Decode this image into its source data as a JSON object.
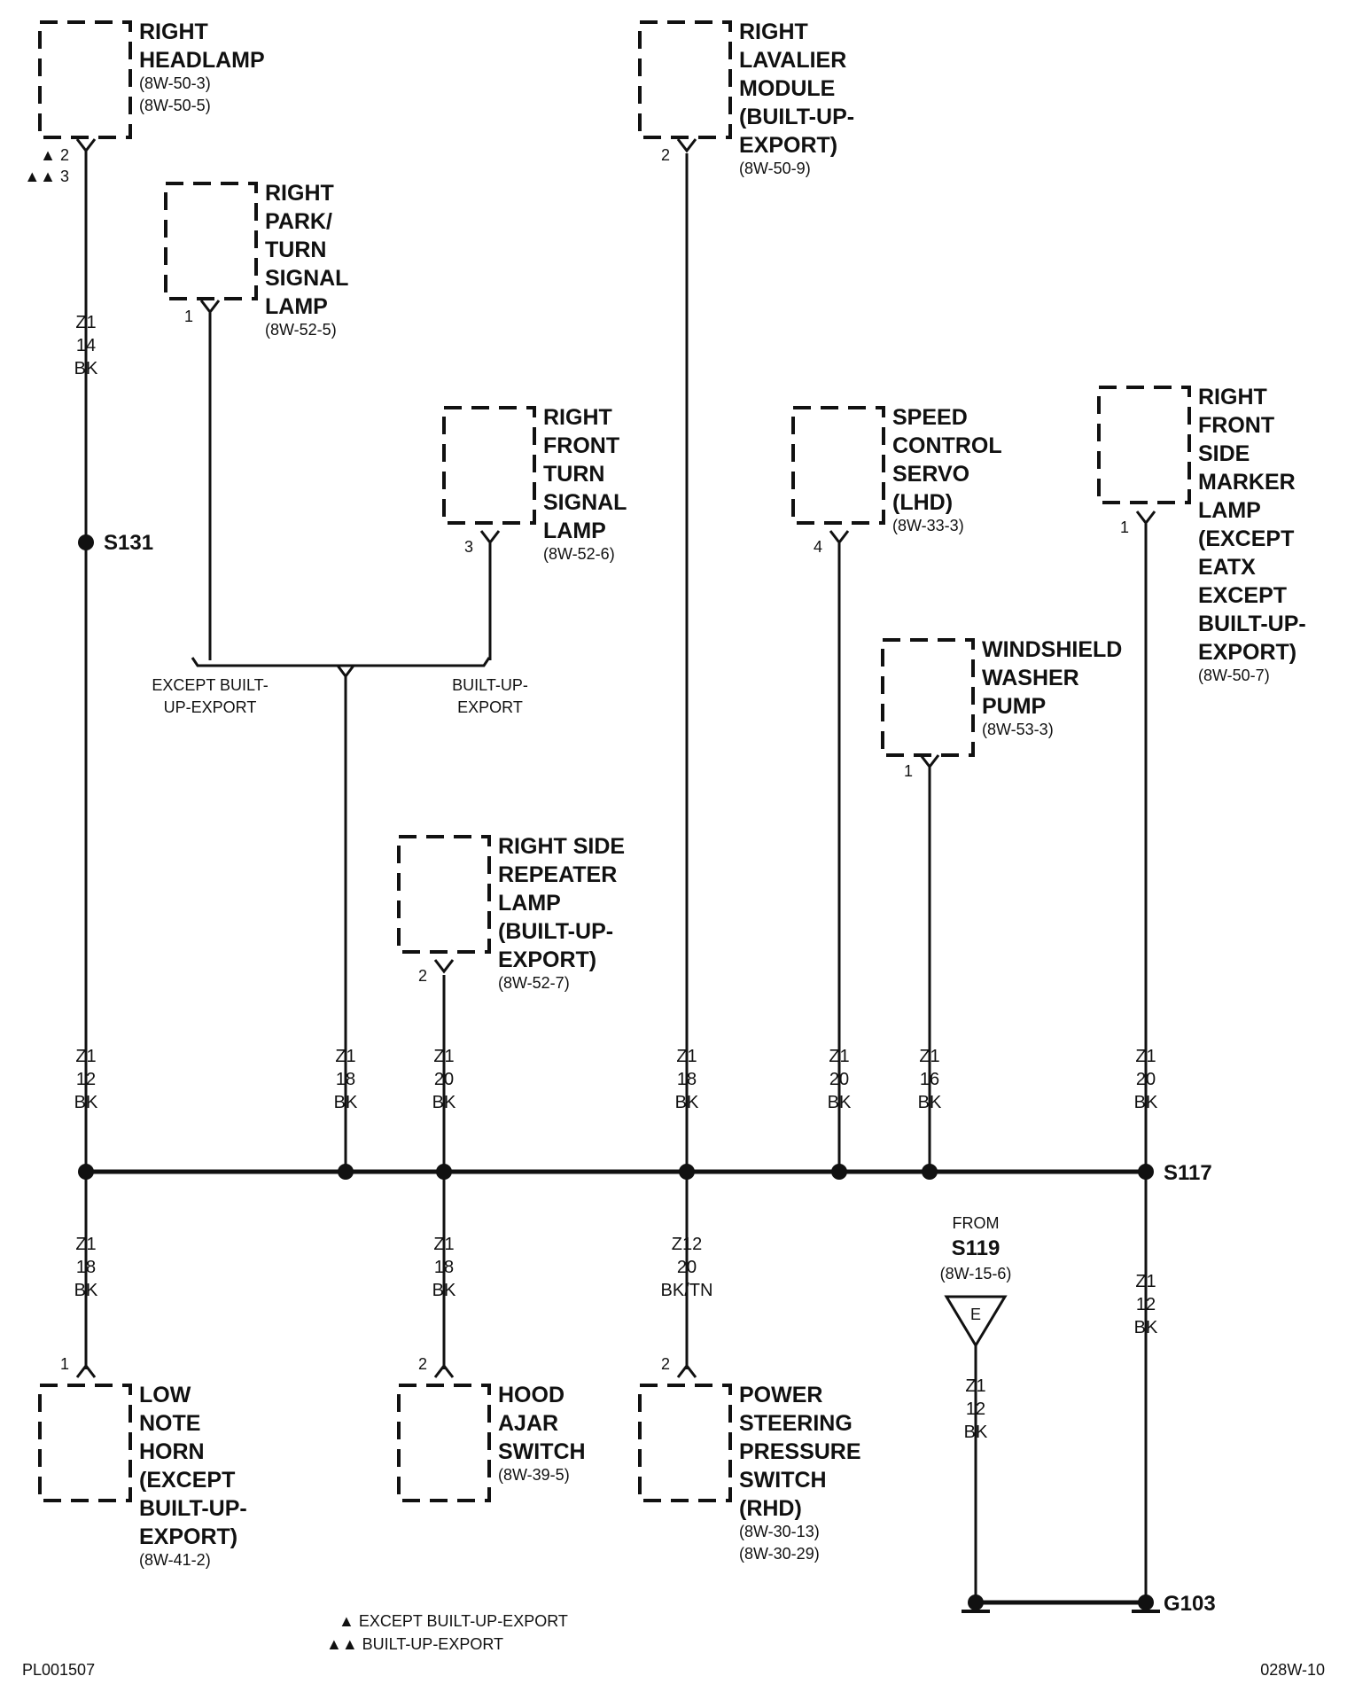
{
  "components": {
    "right_headlamp": {
      "lines": [
        "RIGHT",
        "HEADLAMP"
      ],
      "refs": [
        "(8W-50-3)",
        "(8W-50-5)"
      ],
      "pins": [
        "2",
        "3"
      ]
    },
    "right_lavalier": {
      "lines": [
        "RIGHT",
        "LAVALIER",
        "MODULE",
        "(BUILT-UP-",
        "EXPORT)"
      ],
      "refs": [
        "(8W-50-9)"
      ],
      "pin": "2"
    },
    "right_park_turn": {
      "lines": [
        "RIGHT",
        "PARK/",
        "TURN",
        "SIGNAL",
        "LAMP"
      ],
      "refs": [
        "(8W-52-5)"
      ],
      "pin": "1"
    },
    "right_front_turn": {
      "lines": [
        "RIGHT",
        "FRONT",
        "TURN",
        "SIGNAL",
        "LAMP"
      ],
      "refs": [
        "(8W-52-6)"
      ],
      "pin": "3"
    },
    "speed_control": {
      "lines": [
        "SPEED",
        "CONTROL",
        "SERVO",
        "(LHD)"
      ],
      "refs": [
        "(8W-33-3)"
      ],
      "pin": "4"
    },
    "side_marker": {
      "lines": [
        "RIGHT",
        "FRONT",
        "SIDE",
        "MARKER",
        "LAMP",
        "(EXCEPT",
        "EATX",
        "EXCEPT",
        "BUILT-UP-",
        "EXPORT)"
      ],
      "refs": [
        "(8W-50-7)"
      ],
      "pin": "1"
    },
    "washer_pump": {
      "lines": [
        "WINDSHIELD",
        "WASHER",
        "PUMP"
      ],
      "refs": [
        "(8W-53-3)"
      ],
      "pin": "1"
    },
    "side_repeater": {
      "lines": [
        "RIGHT SIDE",
        "REPEATER",
        "LAMP",
        "(BUILT-UP-",
        "EXPORT)"
      ],
      "refs": [
        "(8W-52-7)"
      ],
      "pin": "2"
    },
    "low_note_horn": {
      "lines": [
        "LOW",
        "NOTE",
        "HORN",
        "(EXCEPT",
        "BUILT-UP-",
        "EXPORT)"
      ],
      "refs": [
        "(8W-41-2)"
      ],
      "pin": "1"
    },
    "hood_ajar": {
      "lines": [
        "HOOD",
        "AJAR",
        "SWITCH"
      ],
      "refs": [
        "(8W-39-5)"
      ],
      "pin": "2"
    },
    "ps_pressure": {
      "lines": [
        "POWER",
        "STEERING",
        "PRESSURE",
        "SWITCH",
        "(RHD)"
      ],
      "refs": [
        "(8W-30-13)",
        "(8W-30-29)"
      ],
      "pin": "2"
    }
  },
  "wires": {
    "headlamp_upper": [
      "Z1",
      "14",
      "BK"
    ],
    "headlamp_lower": [
      "Z1",
      "12",
      "BK"
    ],
    "park_branch": [
      "Z1",
      "18",
      "BK"
    ],
    "repeater": [
      "Z1",
      "20",
      "BK"
    ],
    "lavalier": [
      "Z1",
      "18",
      "BK"
    ],
    "speed_control": [
      "Z1",
      "20",
      "BK"
    ],
    "washer_pump": [
      "Z1",
      "16",
      "BK"
    ],
    "side_marker": [
      "Z1",
      "20",
      "BK"
    ],
    "horn": [
      "Z1",
      "18",
      "BK"
    ],
    "hood_ajar": [
      "Z1",
      "18",
      "BK"
    ],
    "ps_pressure": [
      "Z12",
      "20",
      "BK/TN"
    ],
    "s117_g103": [
      "Z1",
      "12",
      "BK"
    ],
    "from_s119": [
      "Z1",
      "12",
      "BK"
    ]
  },
  "splices": {
    "s131": "S131",
    "s117": "S117",
    "g103": "G103"
  },
  "branch_labels": {
    "left": [
      "EXCEPT BUILT-",
      "UP-EXPORT"
    ],
    "right": [
      "BUILT-UP-",
      "EXPORT"
    ]
  },
  "from_connector": {
    "from": "FROM",
    "splice": "S119",
    "ref": "(8W-15-6)",
    "letter": "E"
  },
  "legend": {
    "single": "EXCEPT BUILT-UP-EXPORT",
    "double": "BUILT-UP-EXPORT",
    "marker": "▲"
  },
  "footer": {
    "left": "PL001507",
    "right": "028W-10"
  }
}
